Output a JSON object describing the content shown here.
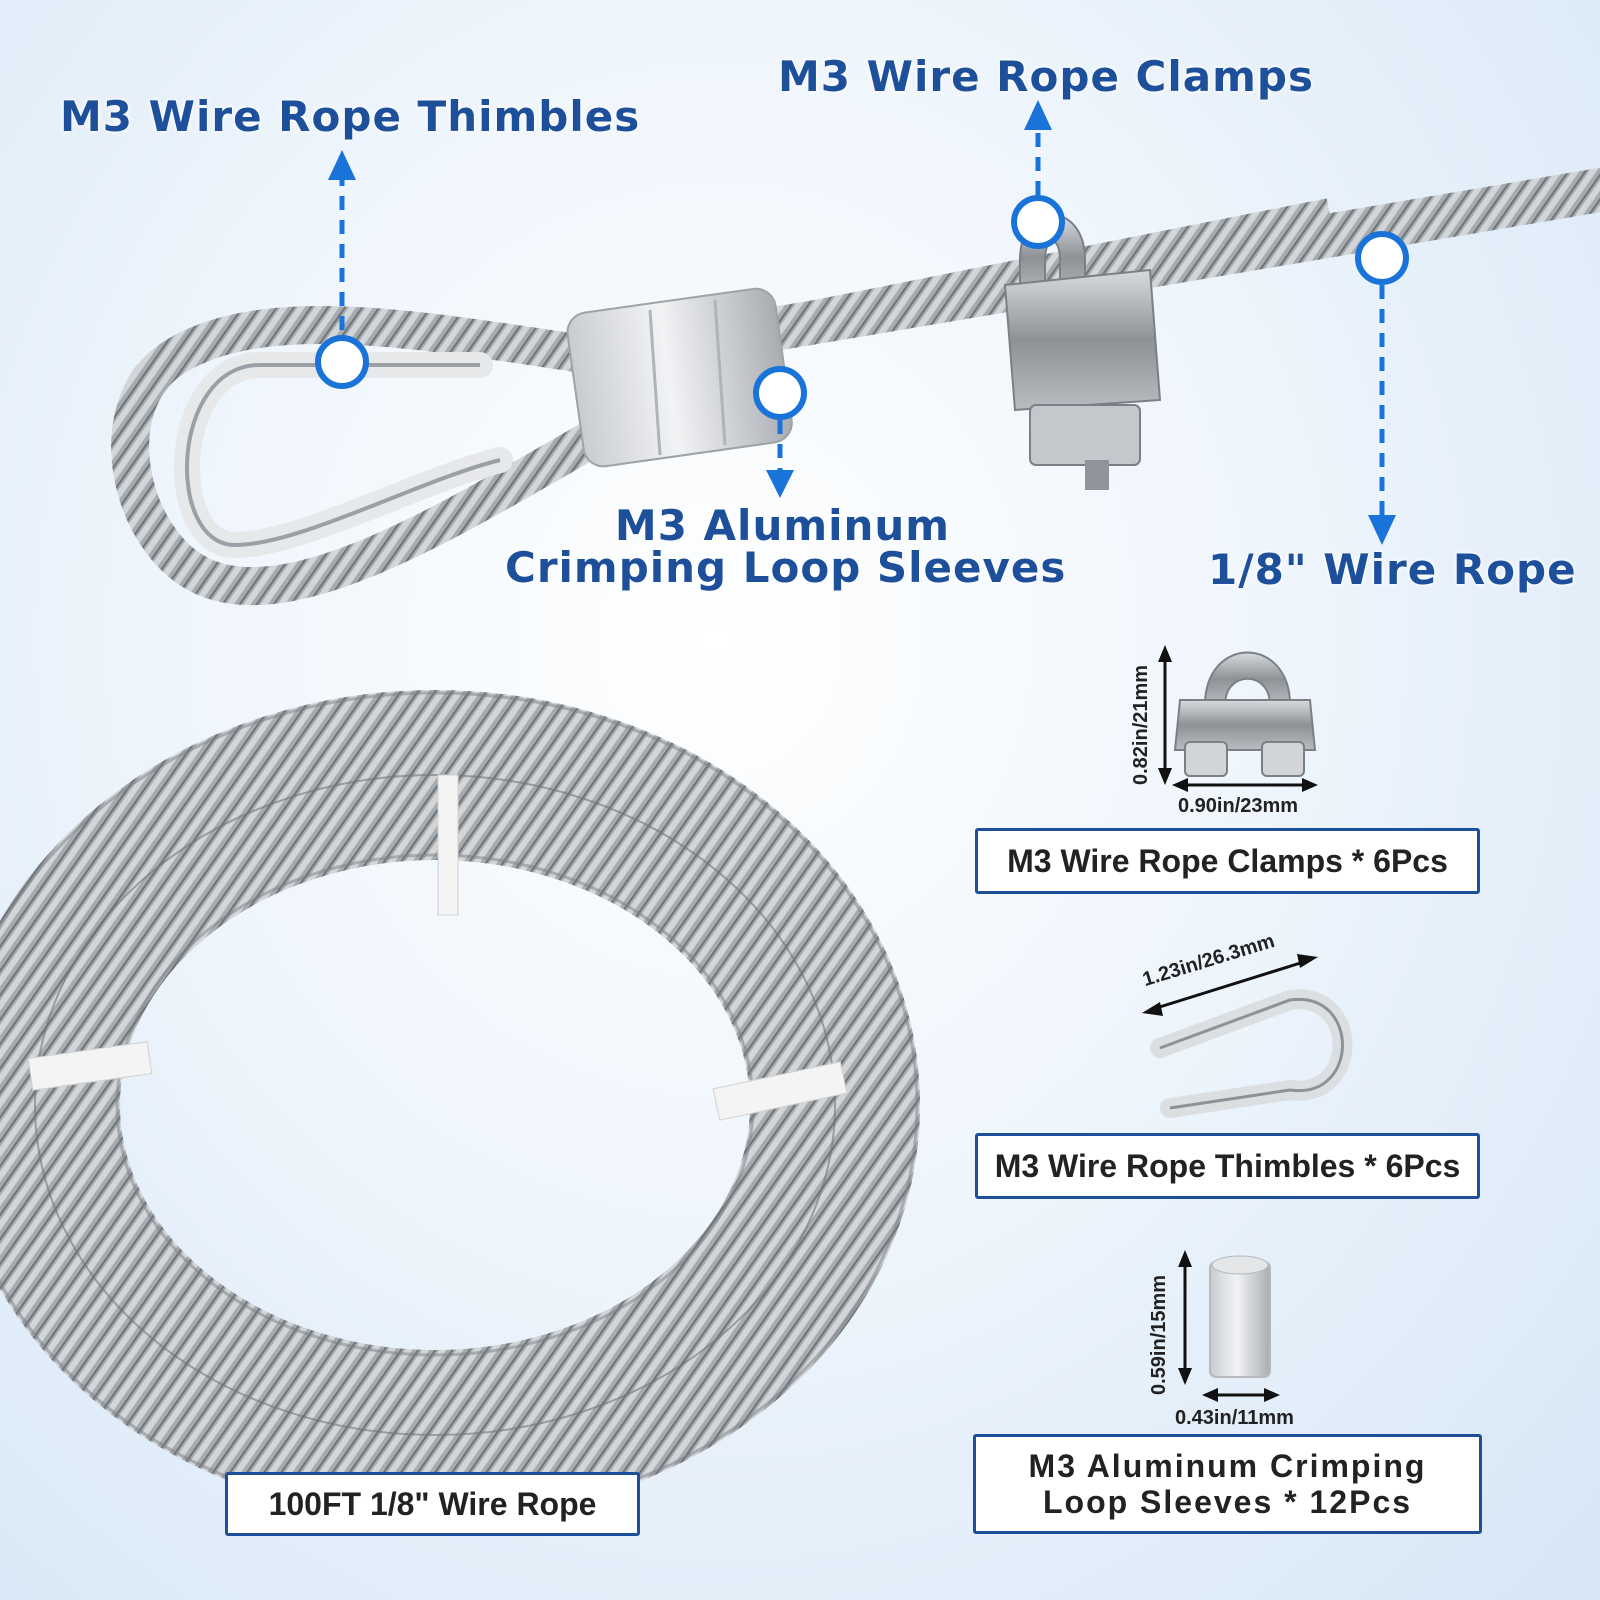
{
  "callouts": {
    "thimbles": "M3 Wire Rope Thimbles",
    "clamps": "M3 Wire Rope Clamps",
    "sleeves_line1": "M3 Aluminum",
    "sleeves_line2": "Crimping Loop Sleeves",
    "rope": "1/8\" Wire Rope"
  },
  "products": {
    "clamp": {
      "label": "M3 Wire Rope Clamps * 6Pcs",
      "height_dim": "0.82in/21mm",
      "width_dim": "0.90in/23mm"
    },
    "thimble": {
      "label": "M3 Wire Rope Thimbles * 6Pcs",
      "length_dim": "1.23in/26.3mm"
    },
    "sleeve": {
      "label_line1": "M3 Aluminum Crimping",
      "label_line2": "Loop Sleeves * 12Pcs",
      "height_dim": "0.59in/15mm",
      "width_dim": "0.43in/11mm"
    },
    "coil": {
      "label": "100FT 1/8\" Wire Rope"
    }
  },
  "colors": {
    "accent": "#1d4f9a",
    "marker": "#1a73d9",
    "steel": "#9aa0a6"
  }
}
